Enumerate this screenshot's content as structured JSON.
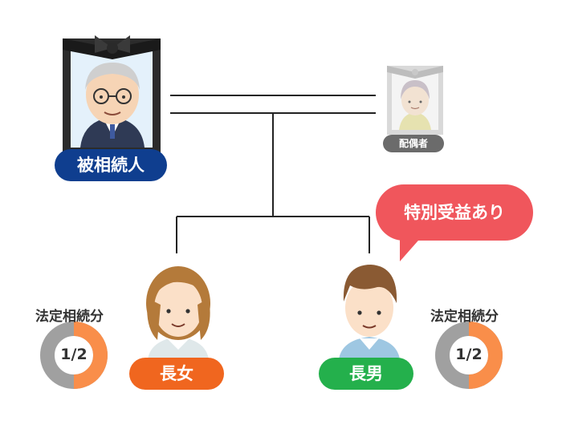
{
  "deceased": {
    "label": "被相続人"
  },
  "spouse": {
    "label": "配偶者"
  },
  "daughter": {
    "label": "長女",
    "share_title": "法定相続分",
    "share_fraction": "1/2"
  },
  "son": {
    "label": "長男",
    "share_title": "法定相続分",
    "share_fraction": "1/2",
    "note": "特別受益あり"
  },
  "colors": {
    "deceased": "#0f3e8f",
    "spouse": "#6b6b6b",
    "daughter": "#f0661f",
    "son": "#24b04c",
    "bubble": "#f0565c",
    "share_fill": "#f98e4a",
    "share_rest": "#a0a0a0"
  }
}
